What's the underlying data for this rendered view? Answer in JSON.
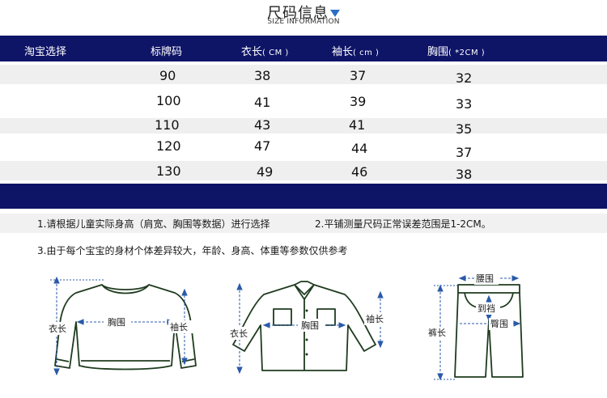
{
  "title": "尺码信息",
  "subtitle": "SIZE INFORMATION",
  "header": {
    "col_taobao": "淘宝选择",
    "col_tag": "标牌码",
    "col_length": "衣长",
    "col_length_unit": "( CM )",
    "col_sleeve": "袖长",
    "col_sleeve_unit": "( cm )",
    "col_chest": "胸围",
    "col_chest_unit": "( *2CM )"
  },
  "rows": [
    {
      "tag": "90",
      "length": "38",
      "sleeve": "37",
      "chest": "32"
    },
    {
      "tag": "100",
      "length": "41",
      "sleeve": "39",
      "chest": "33"
    },
    {
      "tag": "110",
      "length": "43",
      "sleeve": "41",
      "chest": "35"
    },
    {
      "tag": "120",
      "length": "47",
      "sleeve": "44",
      "chest": "37"
    },
    {
      "tag": "130",
      "length": "49",
      "sleeve": "46",
      "chest": "38"
    }
  ],
  "notes": {
    "note1": "1.请根据儿童实际身高（肩宽、胸围等数据）进行选择",
    "note2": "2.平铺测量尺码正常误差范围是1-2CM。",
    "note3": "3.由于每个宝宝的身材个体差异较大，年龄、身高、体重等参数仅供参考"
  },
  "diagrams": {
    "sweater": {
      "length": "衣长",
      "chest": "胸围",
      "sleeve": "袖长"
    },
    "shirt": {
      "length": "衣长",
      "chest": "胸围",
      "sleeve": "袖长"
    },
    "pants": {
      "waist": "腰围",
      "rise": "到裆",
      "hip": "臀围",
      "length": "裤长"
    }
  },
  "colors": {
    "header_bg": "#0e1466",
    "arrow": "#2a6fc4",
    "outline": "#1f3b1f"
  }
}
